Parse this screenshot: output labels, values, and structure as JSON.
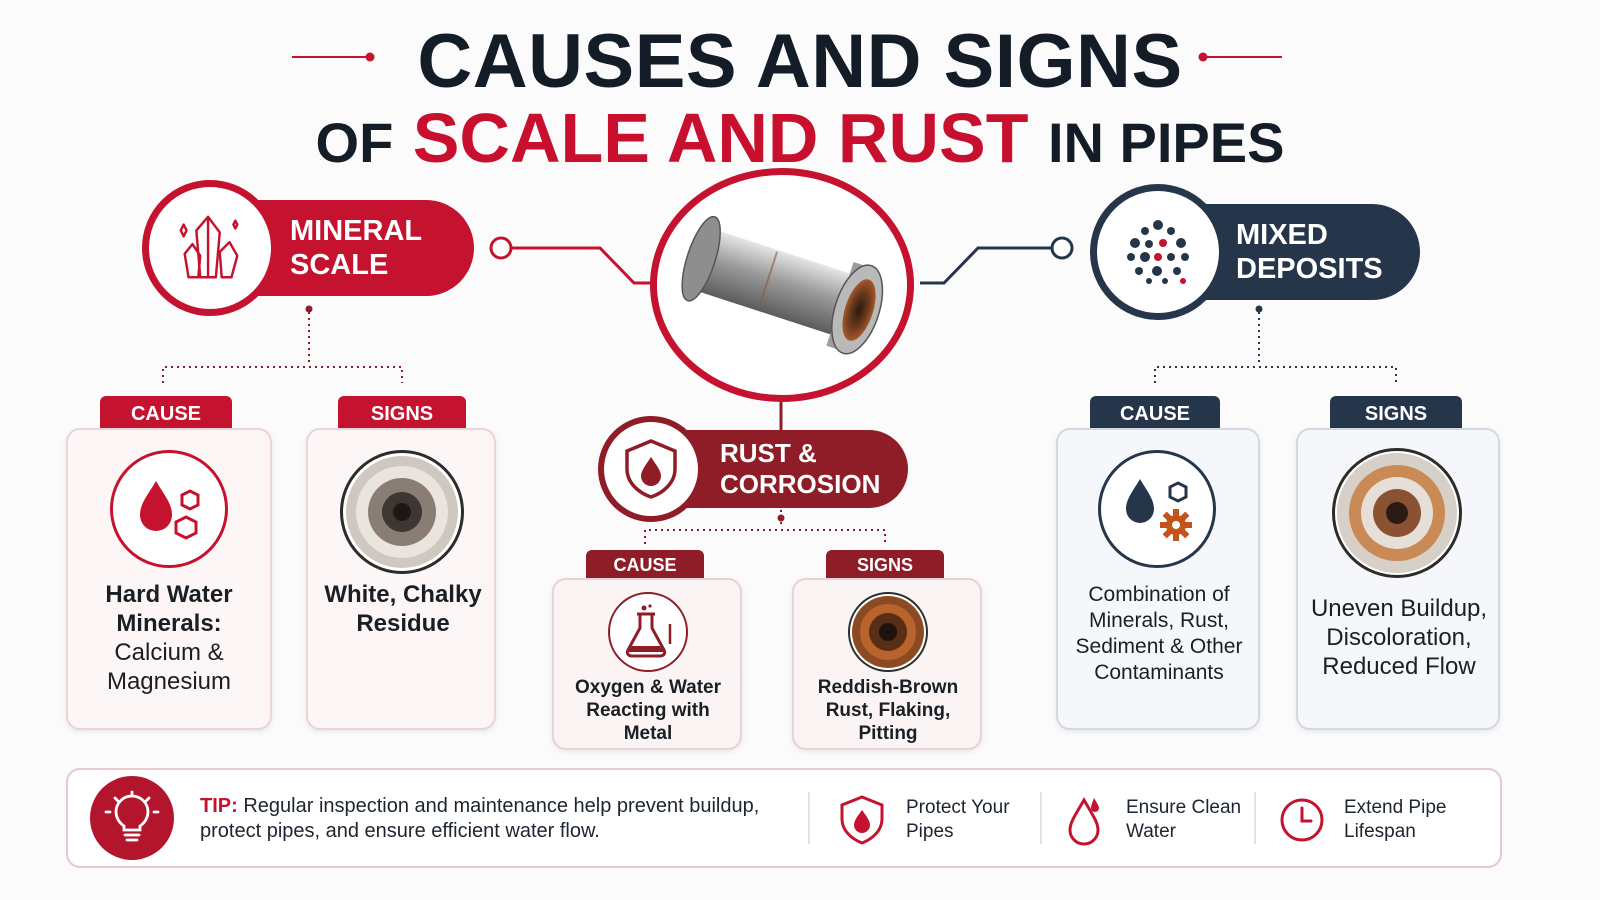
{
  "title": {
    "line1": "CAUSES AND SIGNS",
    "line2_prefix": "OF",
    "line2_highlight": "SCALE AND RUST",
    "line2_suffix": "IN PIPES"
  },
  "colors": {
    "red": "#c4122f",
    "navy": "#26364a",
    "maroon": "#8f1d28"
  },
  "mineral_scale": {
    "header": "MINERAL SCALE",
    "icon": "crystal-icon",
    "cause_tab": "CAUSE",
    "signs_tab": "SIGNS",
    "cause_title": "Hard Water Minerals:",
    "cause_detail": "Calcium & Magnesium",
    "cause_icon": "water-drop-minerals-icon",
    "signs_text": "White, Chalky Residue",
    "signs_image": "scaled-pipe-image"
  },
  "rust_corrosion": {
    "header": "RUST & CORROSION",
    "icon": "shield-drop-icon",
    "cause_tab": "CAUSE",
    "signs_tab": "SIGNS",
    "cause_text": "Oxygen & Water Reacting with Metal",
    "cause_icon": "flask-icon",
    "signs_text": "Reddish-Brown Rust, Flaking, Pitting",
    "signs_image": "rusted-pipe-image"
  },
  "mixed_deposits": {
    "header": "MIXED DEPOSITS",
    "icon": "particles-icon",
    "cause_tab": "CAUSE",
    "signs_tab": "SIGNS",
    "cause_text": "Combination of Minerals, Rust, Sediment & Other Contaminants",
    "cause_icon": "drop-hex-gear-icon",
    "signs_text": "Uneven Buildup, Discoloration, Reduced Flow",
    "signs_image": "mixed-deposit-pipe-image"
  },
  "center_image": "steel-pipe-image",
  "tip": {
    "label": "TIP:",
    "text": "Regular inspection and maintenance help prevent buildup, protect pipes, and ensure efficient water flow.",
    "icon": "lightbulb-icon"
  },
  "features": [
    {
      "label": "Protect Your Pipes",
      "icon": "shield-icon"
    },
    {
      "label": "Ensure Clean Water",
      "icon": "water-drop-icon"
    },
    {
      "label": "Extend Pipe Lifespan",
      "icon": "clock-icon"
    }
  ]
}
